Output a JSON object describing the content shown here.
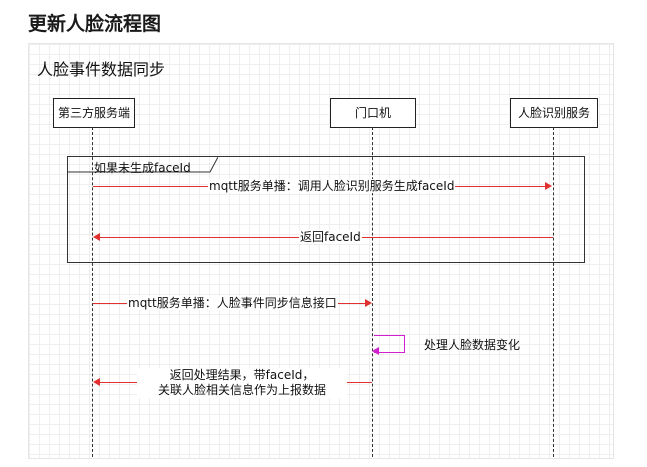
{
  "page": {
    "title": "更新人脸流程图"
  },
  "diagram": {
    "title": "人脸事件数据同步",
    "participants": [
      {
        "id": "third-party",
        "label": "第三方服务端"
      },
      {
        "id": "door",
        "label": "门口机"
      },
      {
        "id": "face-service",
        "label": "人脸识别服务"
      }
    ],
    "alt_frame": {
      "label": "如果未生成faceId"
    },
    "messages": [
      {
        "from": "第三方服务端",
        "to": "人脸识别服务",
        "label": "mqtt服务单播：调用人脸识别服务生成faceId",
        "color": "#e03030"
      },
      {
        "from": "人脸识别服务",
        "to": "第三方服务端",
        "label": "返回faceId",
        "color": "#e03030"
      },
      {
        "from": "第三方服务端",
        "to": "门口机",
        "label": "mqtt服务单播：人脸事件同步信息接口",
        "color": "#e03030"
      },
      {
        "from": "门口机",
        "to": "门口机",
        "label": "处理人脸数据变化",
        "color": "#d020d0"
      },
      {
        "from": "门口机",
        "to": "第三方服务端",
        "label_line1": "返回处理结果，带faceId，",
        "label_line2": "关联人脸相关信息作为上报数据",
        "color": "#e03030"
      }
    ]
  }
}
